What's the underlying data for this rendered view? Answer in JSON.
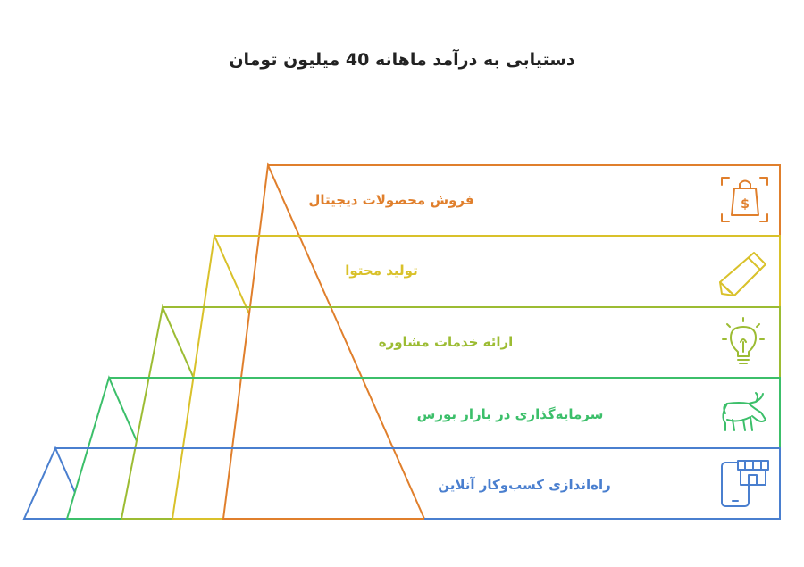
{
  "title": "دستیابی به درآمد ماهانه 40 میلیون تومان",
  "levels": [
    {
      "label": "فروش محصولات دیجیتال",
      "icon": "shopping-bag-dollar-icon",
      "color": "#e07f2c"
    },
    {
      "label": "تولید محتوا",
      "icon": "pencil-icon",
      "color": "#d9c12a"
    },
    {
      "label": "ارائه خدمات مشاوره",
      "icon": "lightbulb-icon",
      "color": "#9cbc33"
    },
    {
      "label": "سرمایه‌گذاری در بازار بورس",
      "icon": "bull-icon",
      "color": "#3cbf6a"
    },
    {
      "label": "راه‌اندازی کسب‌وکار آنلاین",
      "icon": "mobile-store-icon",
      "color": "#4a7fcf"
    }
  ]
}
